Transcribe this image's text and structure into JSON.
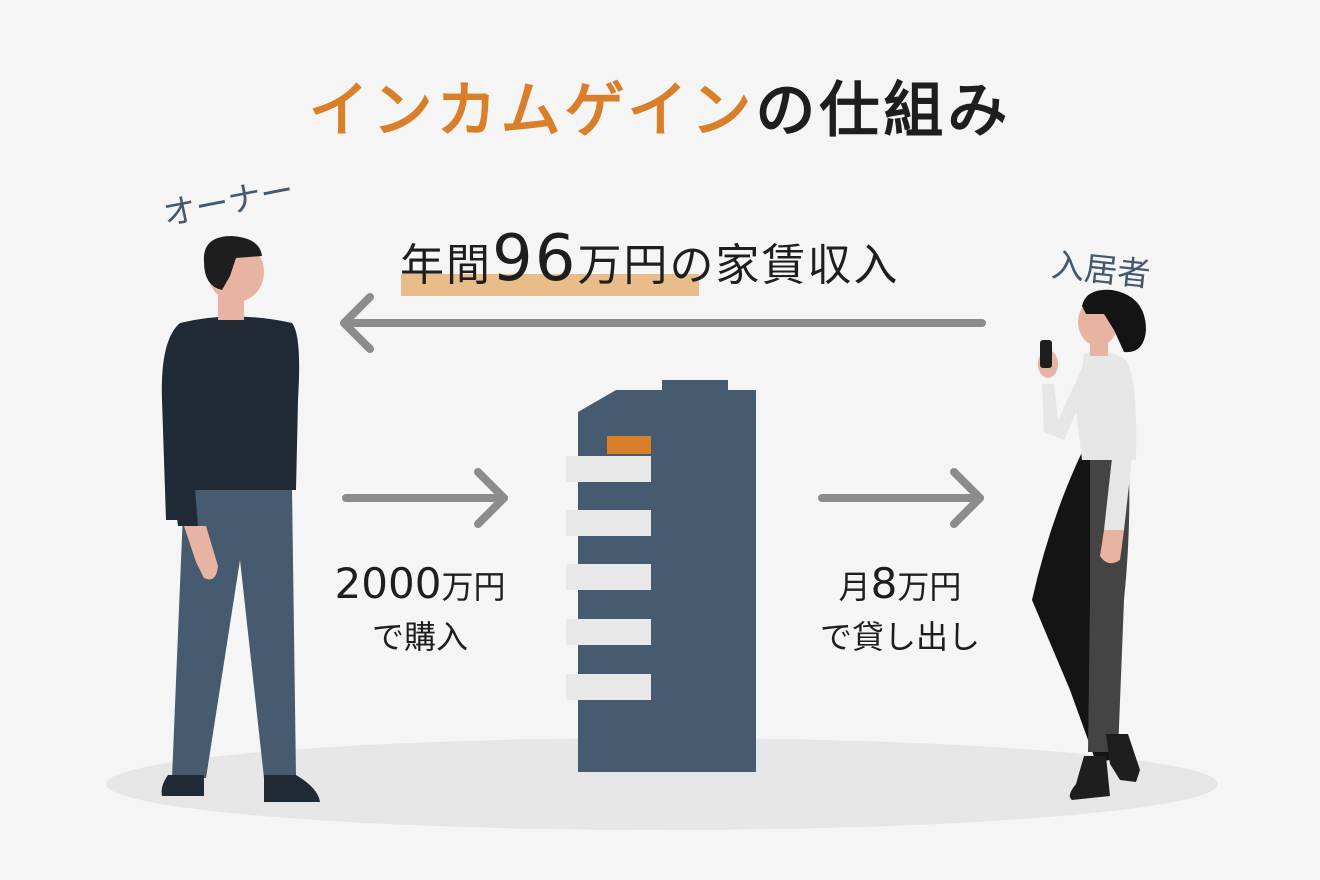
{
  "title": {
    "accent": "インカムゲイン",
    "rest": "の仕組み"
  },
  "owner_label": "オーナー",
  "tenant_label": "入居者",
  "income": {
    "pre": "年間",
    "amount": "96",
    "unit": "万円",
    "post": "の家賃収入"
  },
  "purchase": {
    "amount": "2000",
    "unit": "万円",
    "line2": "で購入"
  },
  "lease": {
    "pre": "月",
    "amount": "8",
    "unit": "万円",
    "line2": "で貸し出し"
  },
  "colors": {
    "accent": "#d97f2a",
    "highlight": "#e8bd8a",
    "building": "#465a70",
    "arrow": "#8c8c8c",
    "label_blue": "#44586e",
    "owner_sweater": "#1f2a35",
    "owner_pants": "#465a70",
    "skin": "#e7b3a2"
  }
}
